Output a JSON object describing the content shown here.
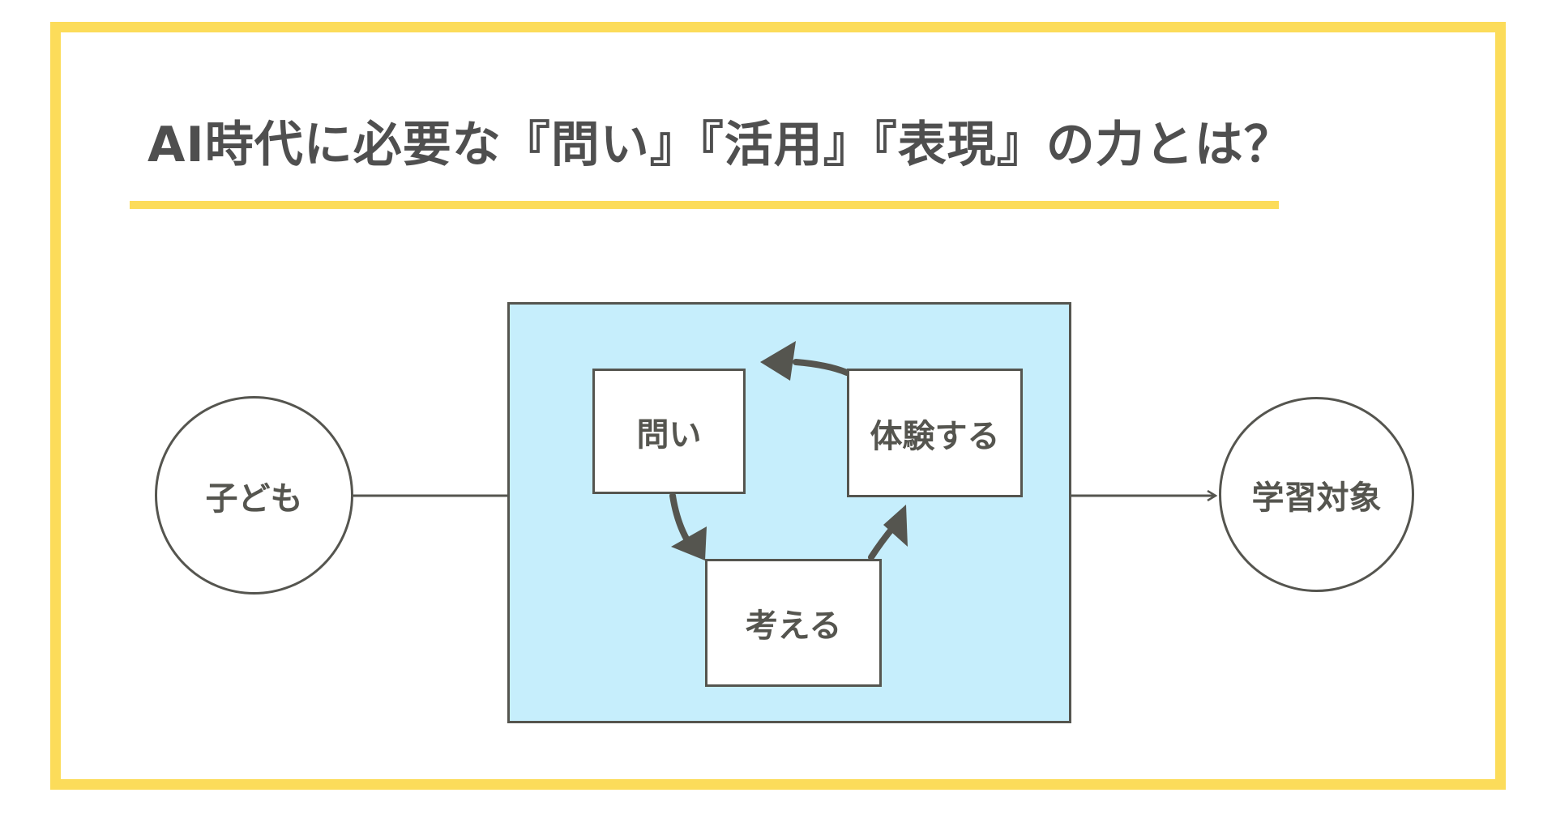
{
  "slide": {
    "title": "AI時代に必要な『問い』『活用』『表現』の力とは？"
  },
  "diagram": {
    "learner": "子ども",
    "learning_target": "学習対象",
    "cycle": {
      "question": "問い",
      "think": "考える",
      "experience": "体験する"
    }
  },
  "colors": {
    "frame": "#fcdc5a",
    "underline": "#fcdc5a",
    "process_area": "#c6eefc",
    "stroke": "#55554f",
    "title_text": "#4f4f4f"
  }
}
